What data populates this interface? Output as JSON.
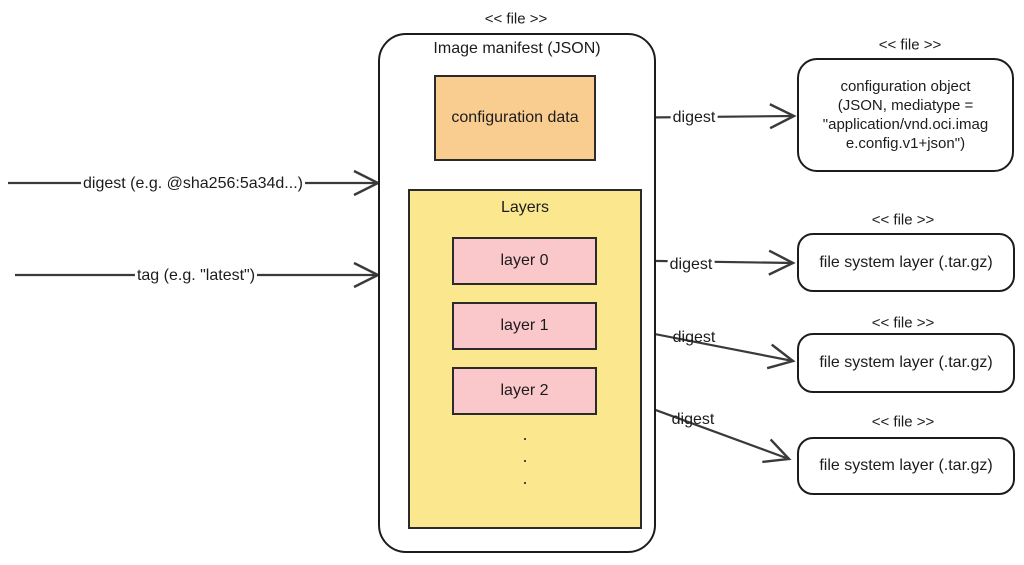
{
  "manifest": {
    "stereotype": "<< file >>",
    "title": "Image manifest (JSON)",
    "config_box_label": "configuration data",
    "layers": {
      "title": "Layers",
      "items": [
        {
          "label": "layer 0"
        },
        {
          "label": "layer 1"
        },
        {
          "label": "layer 2"
        }
      ],
      "dots": [
        ".",
        ".",
        "."
      ]
    }
  },
  "left_edges": [
    {
      "label": "digest (e.g. @sha256:5a34d...)"
    },
    {
      "label": "tag (e.g. \"latest\")"
    }
  ],
  "digest_edges": [
    {
      "label": "digest"
    },
    {
      "label": "digest"
    },
    {
      "label": "digest"
    },
    {
      "label": "digest"
    }
  ],
  "right_nodes": {
    "config_object": {
      "stereotype": "<< file >>",
      "lines": [
        "configuration object",
        "(JSON, mediatype =",
        "\"application/vnd.oci.imag",
        "e.config.v1+json\")"
      ]
    },
    "fs_layers": [
      {
        "stereotype": "<< file >>",
        "label": "file system layer (.tar.gz)"
      },
      {
        "stereotype": "<< file >>",
        "label": "file system layer (.tar.gz)"
      },
      {
        "stereotype": "<< file >>",
        "label": "file system layer (.tar.gz)"
      }
    ]
  },
  "colors": {
    "config_box": "#F9CD90",
    "layers_box": "#FBE88E",
    "layer_item": "#FAC7CB",
    "line": "#3a3a3a",
    "border": "#1c1c1c"
  }
}
